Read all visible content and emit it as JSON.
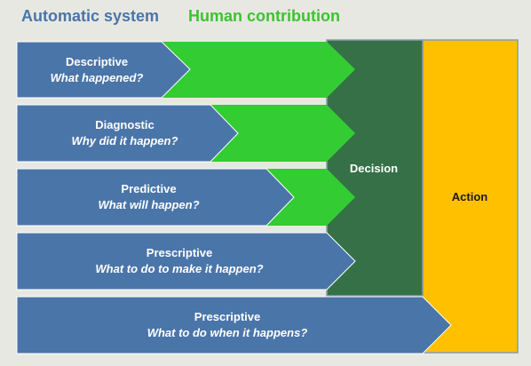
{
  "legend": {
    "automatic": "Automatic system",
    "human": "Human contribution"
  },
  "rows": [
    {
      "title": "Descriptive",
      "question": "What happened?"
    },
    {
      "title": "Diagnostic",
      "question": "Why did it happen?"
    },
    {
      "title": "Predictive",
      "question": "What will happen?"
    },
    {
      "title": "Prescriptive",
      "question": "What to do to make it happen?"
    },
    {
      "title": "Prescriptive",
      "question": "What to do when it happens?"
    }
  ],
  "boxes": {
    "decision": "Decision",
    "action": "Action"
  },
  "colors": {
    "automatic": "#4a75a8",
    "human": "#33cc33",
    "decision": "#367047",
    "action": "#ffc000",
    "background": "#e8e8e3"
  }
}
